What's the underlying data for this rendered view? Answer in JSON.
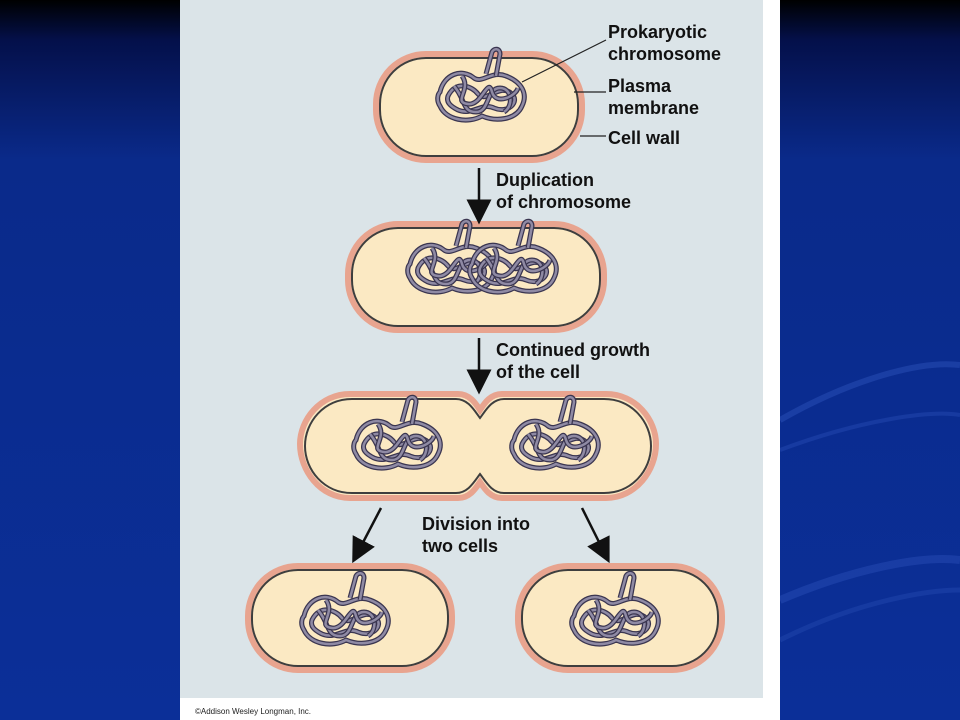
{
  "labels": {
    "prokaryotic_chromosome_line1": "Prokaryotic",
    "prokaryotic_chromosome_line2": "chromosome",
    "plasma_membrane_line1": "Plasma",
    "plasma_membrane_line2": "membrane",
    "cell_wall": "Cell wall"
  },
  "steps": {
    "duplication_line1": "Duplication",
    "duplication_line2": "of chromosome",
    "growth_line1": "Continued growth",
    "growth_line2": "of the cell",
    "division_line1": "Division into",
    "division_line2": "two cells"
  },
  "copyright": "©Addison Wesley Longman, Inc.",
  "colors": {
    "cytoplasm": "#fbe9c3",
    "cell_wall": "#e8a48f",
    "membrane": "#3e3e3e",
    "chromosome": "#7f7a92",
    "panel": "#dbe4e8",
    "slide_bg": "#0b2f98"
  }
}
